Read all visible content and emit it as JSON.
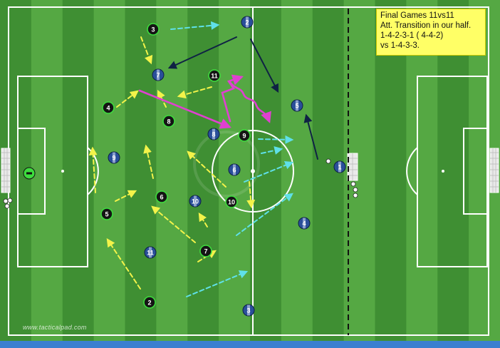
{
  "note": {
    "lines": [
      "Final Games 11vs11",
      "Att. Transition in our half.",
      "1-4-2-3-1  ( 4-4-2)",
      "vs 1-4-3-3."
    ]
  },
  "watermark": "www.tacticalpad.com",
  "colors": {
    "grass_dark": "#3f8f33",
    "grass_light": "#55a843",
    "line": "#ffffff",
    "team_black": "#141414",
    "team_black_ring": "#3ddc3d",
    "team_blue": "#2a4f9a",
    "team_blue_stripe": "#d9e3f5",
    "keeper_green": "#3ddc3d",
    "arrow_yellow": "#f3f34a",
    "arrow_cyan": "#5fe0e8",
    "arrow_navy": "#0f2244",
    "arrow_magenta": "#e040d0",
    "footer": "#3a7fd0"
  },
  "players_black": [
    "3",
    "4",
    "8",
    "11",
    "9",
    "6",
    "10",
    "5",
    "7",
    "2",
    "1"
  ],
  "players_blue": [
    "2",
    "7",
    "5",
    "8",
    "9",
    "6",
    "10",
    "4",
    "11",
    "3",
    "1"
  ]
}
